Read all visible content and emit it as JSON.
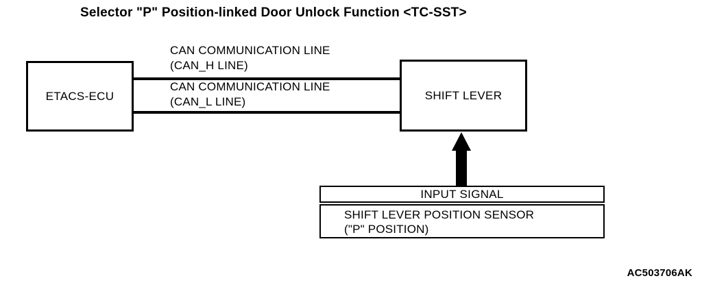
{
  "title": "Selector \"P\" Position-linked Door Unlock Function <TC-SST>",
  "colors": {
    "foreground": "#000000",
    "background": "#ffffff"
  },
  "nodes": {
    "etacs": {
      "label": "ETACS-ECU"
    },
    "shift_lever": {
      "label": "SHIFT LEVER"
    }
  },
  "connections": {
    "can_h": {
      "label_line1": "CAN COMMUNICATION LINE",
      "label_line2": "(CAN_H LINE)"
    },
    "can_l": {
      "label_line1": "CAN COMMUNICATION LINE",
      "label_line2": "(CAN_L LINE)"
    }
  },
  "input_signal_table": {
    "header": "INPUT SIGNAL",
    "row_line1": "SHIFT LEVER POSITION SENSOR",
    "row_line2": "(\"P\" POSITION)"
  },
  "figure_code": "AC503706AK"
}
